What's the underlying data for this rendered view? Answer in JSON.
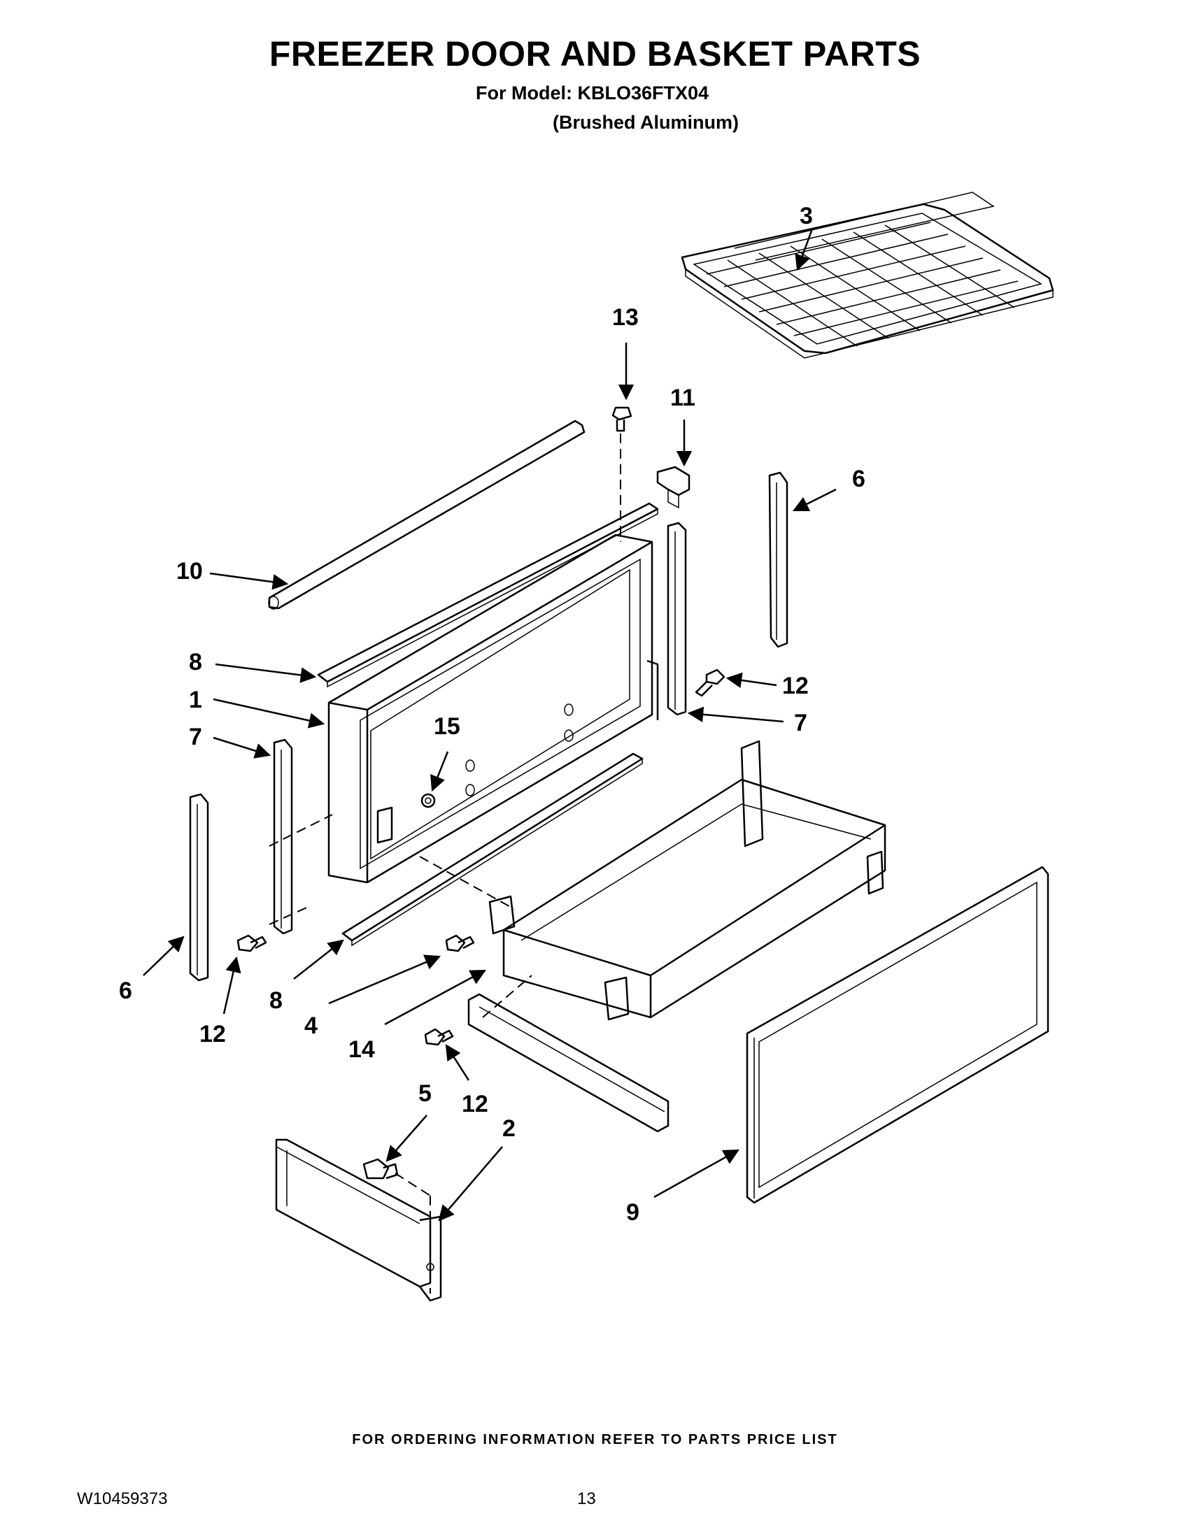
{
  "header": {
    "title": "FREEZER DOOR AND BASKET PARTS",
    "model_line": "For Model: KBLO36FTX04",
    "finish_line": "(Brushed Aluminum)"
  },
  "callouts": {
    "c3": "3",
    "c13": "13",
    "c11": "11",
    "c6_right": "6",
    "c10": "10",
    "c8_top": "8",
    "c1": "1",
    "c12_right": "12",
    "c15": "15",
    "c7_right": "7",
    "c7_left": "7",
    "c6_left": "6",
    "c12_left": "12",
    "c8_bottom": "8",
    "c4": "4",
    "c14": "14",
    "c12_bottom": "12",
    "c5": "5",
    "c2": "2",
    "c9": "9"
  },
  "footer": {
    "ordering_note": "FOR ORDERING INFORMATION REFER TO PARTS PRICE LIST",
    "document_number": "W10459373",
    "page_number": "13"
  }
}
